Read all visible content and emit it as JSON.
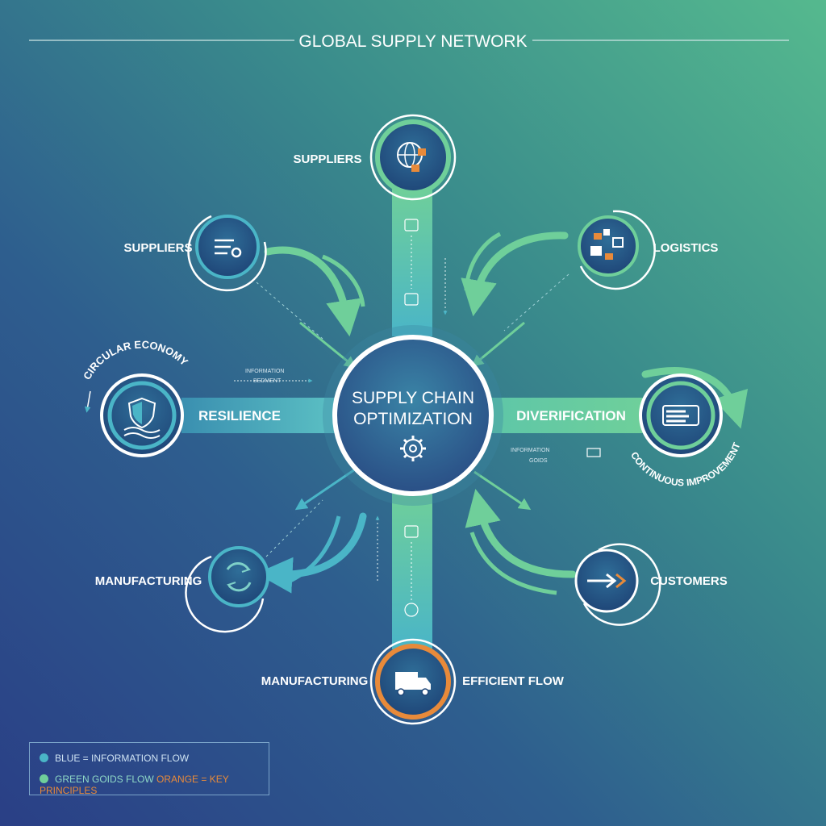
{
  "title": "GLOBAL SUPPLY NETWORK",
  "center": {
    "line1": "SUPPLY CHAIN",
    "line2": "OPTIMIZATION"
  },
  "bars": {
    "left": "RESILIENCE",
    "right": "DIVERIFICATION"
  },
  "nodes": {
    "top": "SUPPLIERS",
    "upper_left": "SUPPLIERS",
    "upper_right": "LOGISTICS",
    "left_arc": "CIRCULAR ECONOMY",
    "right_arc": "CONTINUOUS IMPROVEMENT",
    "lower_left": "MANUFACTURING",
    "lower_right": "CUSTOMERS",
    "bottom_left": "MANUFACTURING",
    "bottom_right": "EFFICIENT FLOW"
  },
  "small_labels": {
    "left_top": "INFORMATION",
    "left_bottom": "BEDMENT",
    "right_top": "INFORMATION",
    "right_bottom": "GOIDS"
  },
  "legend": {
    "row1": "BLUE = INFORMATION FLOW",
    "row2_green": "GREEN GOIDS FLOW",
    "row2_orange": "ORANGE = KEY PRINCIPLES"
  },
  "colors": {
    "blue": "#4ab5c7",
    "green": "#6fcf9a",
    "orange": "#e88a3a"
  }
}
